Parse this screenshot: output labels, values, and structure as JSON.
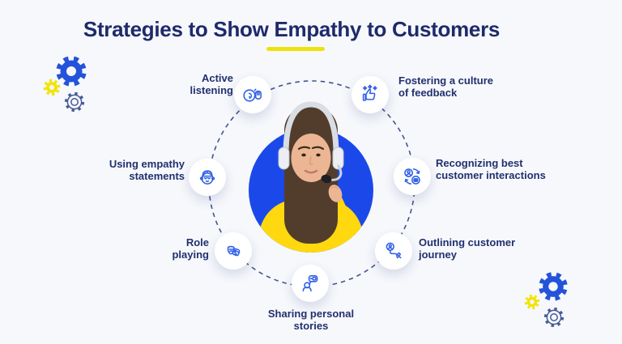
{
  "title": "Strategies to Show Empathy to Customers",
  "strategies": [
    {
      "id": "active-listening",
      "icon": "listening-icon",
      "label_line1": "Active",
      "label_line2": "listening"
    },
    {
      "id": "fostering-feedback",
      "icon": "thumbs-up-stars-icon",
      "label_line1": "Fostering a culture",
      "label_line2": "of feedback"
    },
    {
      "id": "empathy-statements",
      "icon": "empathy-face-icon",
      "label_line1": "Using empathy",
      "label_line2": "statements"
    },
    {
      "id": "recognizing-interactions",
      "icon": "swap-interactions-icon",
      "label_line1": "Recognizing best",
      "label_line2": "customer interactions"
    },
    {
      "id": "role-playing",
      "icon": "theater-masks-icon",
      "label_line1": "Role",
      "label_line2": "playing"
    },
    {
      "id": "outlining-journey",
      "icon": "customer-journey-icon",
      "label_line1": "Outlining customer",
      "label_line2": "journey"
    },
    {
      "id": "sharing-stories",
      "icon": "person-speech-bubble-icon",
      "label_line1": "Sharing personal",
      "label_line2": "stories"
    }
  ],
  "center_image": {
    "description": "Customer support woman wearing a headset on a blue circle"
  },
  "colors": {
    "background": "#f6f8fc",
    "title_navy": "#1e2a6a",
    "accent_yellow": "#f0e10a",
    "icon_stroke_blue": "#2f5fe8",
    "center_circle_blue": "#1b49e9",
    "dashed_line": "#44538e",
    "gear_blue": "#2353d8",
    "gear_yellow": "#f2e40b",
    "gear_outline": "#475a96"
  }
}
